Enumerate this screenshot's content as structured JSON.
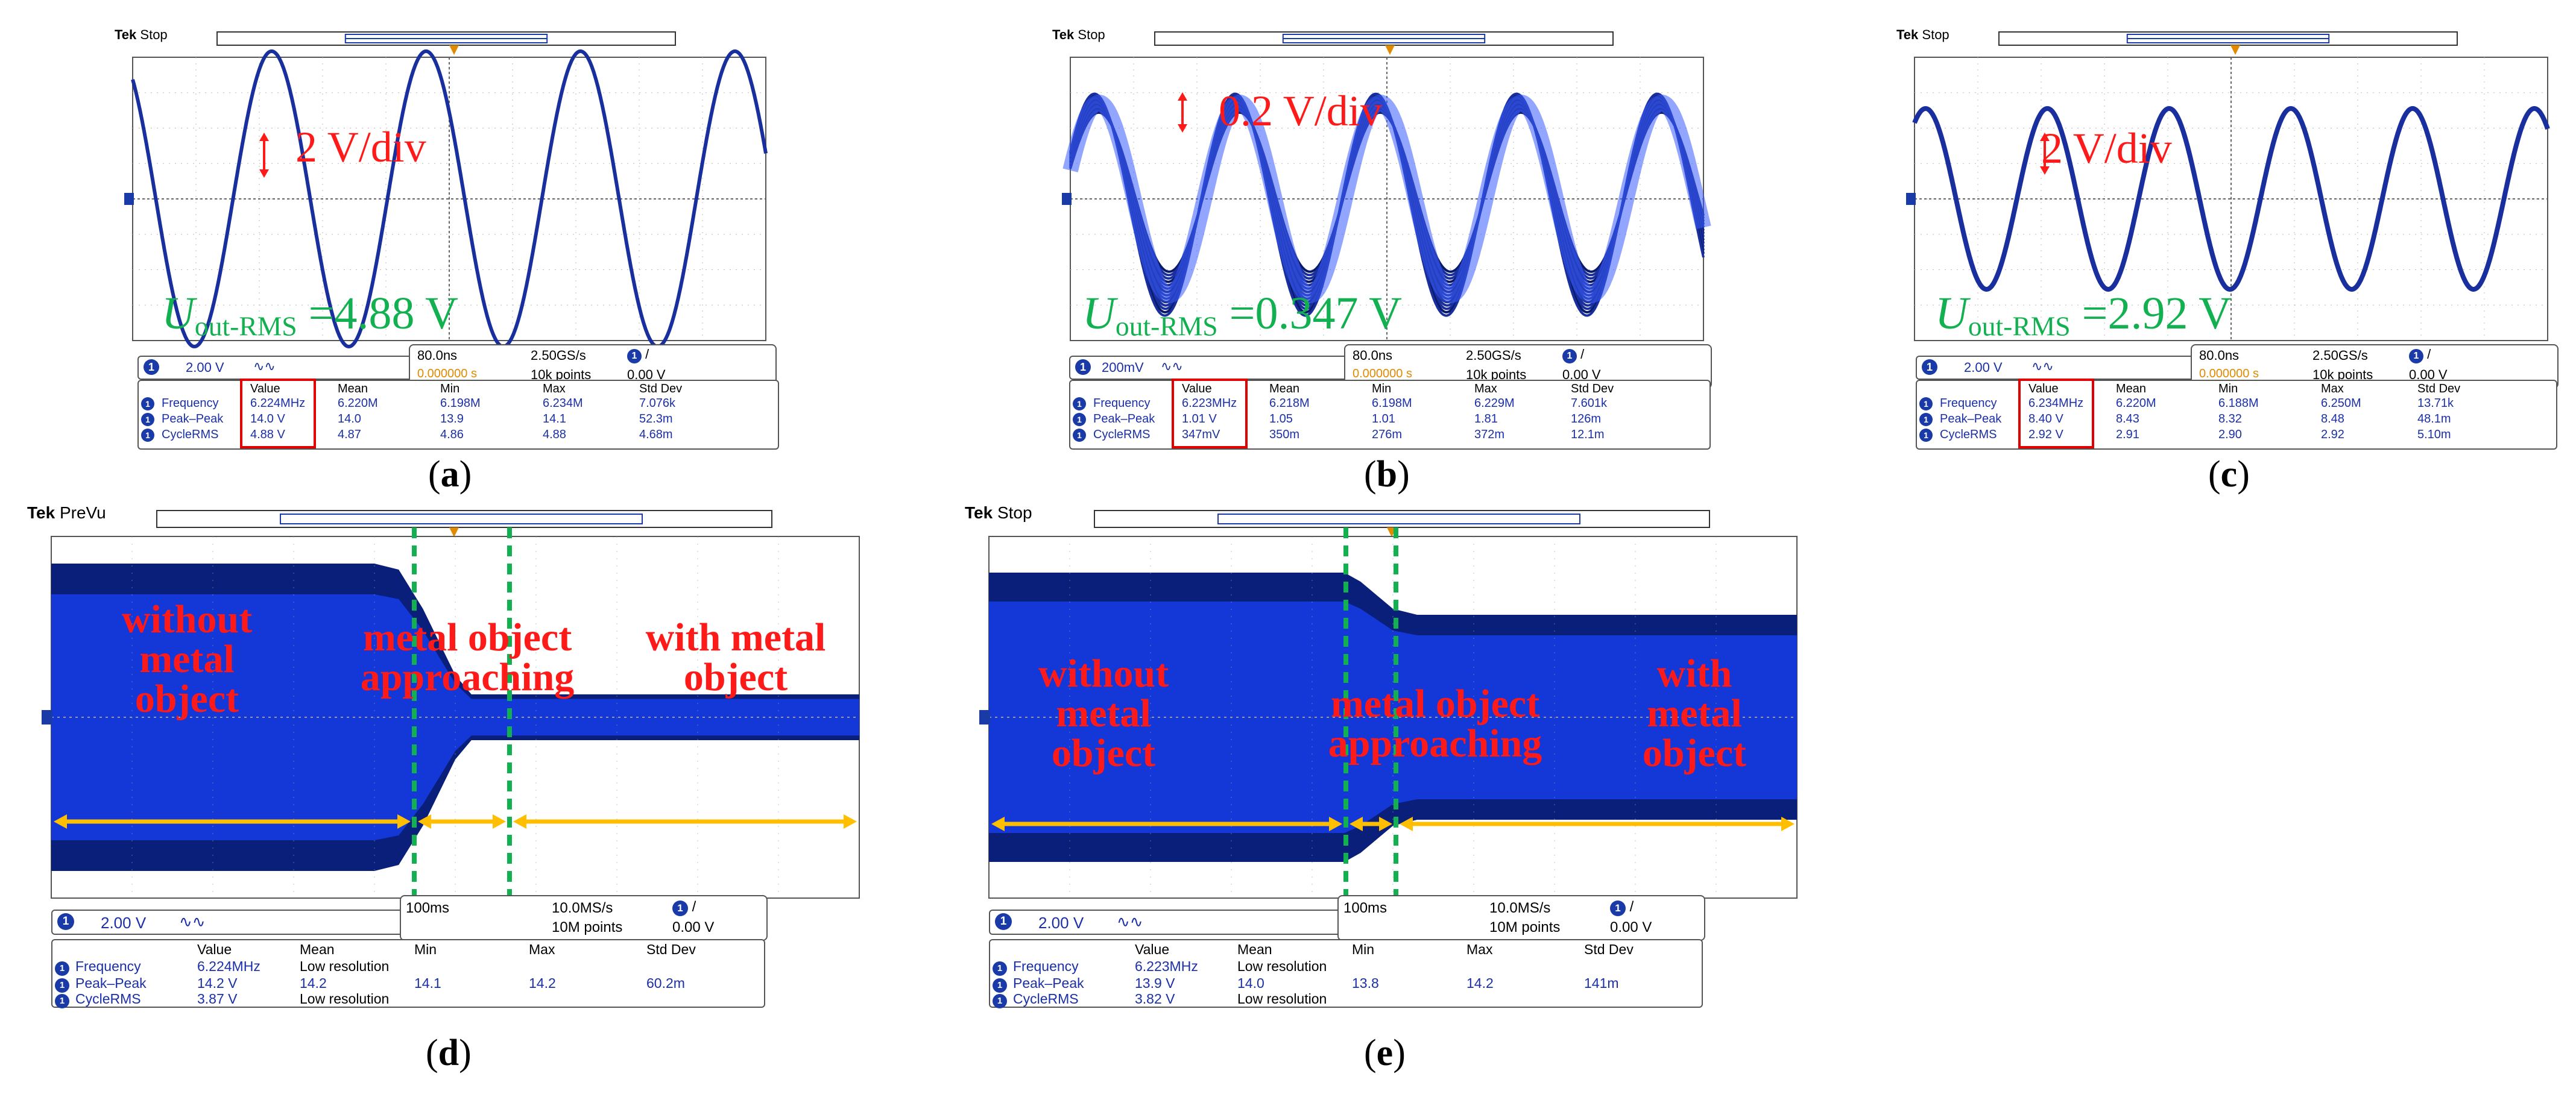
{
  "colors": {
    "trace": "#1a2f9e",
    "trace_dark": "#0a1a6a",
    "annotation_red": "#ff1a1a",
    "annotation_green": "#12b050",
    "arrow": "#ffbf00",
    "dashed": "#12b050"
  },
  "panels": [
    {
      "caption": "a",
      "brand": "Tek",
      "mode": "Stop",
      "scale_annotation": "2 V/div",
      "rms_symbol": "U",
      "rms_subscript": "out-RMS",
      "rms_value": "=4.88 V",
      "channel_scale": "2.00 V",
      "time_div": "80.0ns",
      "sample_rate": "2.50GS/s",
      "trigger_time": "0.000000 s",
      "record": "10k points",
      "trigger_level": "0.00 V",
      "meas_headers": [
        "Value",
        "Mean",
        "Min",
        "Max",
        "Std Dev"
      ],
      "meas_rows": [
        {
          "name": "Frequency",
          "cells": [
            "6.224MHz",
            "6.220M",
            "6.198M",
            "6.234M",
            "7.076k"
          ]
        },
        {
          "name": "Peak–Peak",
          "cells": [
            "14.0 V",
            "14.0",
            "13.9",
            "14.1",
            "52.3m"
          ]
        },
        {
          "name": "CycleRMS",
          "cells": [
            "4.88 V",
            "4.87",
            "4.86",
            "4.88",
            "4.68m"
          ]
        }
      ]
    },
    {
      "caption": "b",
      "brand": "Tek",
      "mode": "Stop",
      "scale_annotation": "0.2 V/div",
      "rms_symbol": "U",
      "rms_subscript": "out-RMS",
      "rms_value": "=0.347 V",
      "channel_scale": "200mV",
      "time_div": "80.0ns",
      "sample_rate": "2.50GS/s",
      "trigger_time": "0.000000 s",
      "record": "10k points",
      "trigger_level": "0.00 V",
      "meas_headers": [
        "Value",
        "Mean",
        "Min",
        "Max",
        "Std Dev"
      ],
      "meas_rows": [
        {
          "name": "Frequency",
          "cells": [
            "6.223MHz",
            "6.218M",
            "6.198M",
            "6.229M",
            "7.601k"
          ]
        },
        {
          "name": "Peak–Peak",
          "cells": [
            "1.01 V",
            "1.05",
            "1.01",
            "1.81",
            "126m"
          ]
        },
        {
          "name": "CycleRMS",
          "cells": [
            "347mV",
            "350m",
            "276m",
            "372m",
            "12.1m"
          ]
        }
      ]
    },
    {
      "caption": "c",
      "brand": "Tek",
      "mode": "Stop",
      "scale_annotation": "2 V/div",
      "rms_symbol": "U",
      "rms_subscript": "out-RMS",
      "rms_value": "=2.92 V",
      "channel_scale": "2.00 V",
      "time_div": "80.0ns",
      "sample_rate": "2.50GS/s",
      "trigger_time": "0.000000 s",
      "record": "10k points",
      "trigger_level": "0.00 V",
      "meas_headers": [
        "Value",
        "Mean",
        "Min",
        "Max",
        "Std Dev"
      ],
      "meas_rows": [
        {
          "name": "Frequency",
          "cells": [
            "6.234MHz",
            "6.220M",
            "6.188M",
            "6.250M",
            "13.71k"
          ]
        },
        {
          "name": "Peak–Peak",
          "cells": [
            "8.40 V",
            "8.43",
            "8.32",
            "8.48",
            "48.1m"
          ]
        },
        {
          "name": "CycleRMS",
          "cells": [
            "2.92 V",
            "2.91",
            "2.90",
            "2.92",
            "5.10m"
          ]
        }
      ]
    },
    {
      "caption": "d",
      "brand": "Tek",
      "mode": "PreVu",
      "phase_labels": [
        "without\nmetal\nobject",
        "metal object\napproaching",
        "with metal\nobject"
      ],
      "channel_scale": "2.00 V",
      "time_div": "100ms",
      "sample_rate": "10.0MS/s",
      "record": "10M points",
      "trigger_level": "0.00 V",
      "meas_headers": [
        "Value",
        "Mean",
        "Min",
        "Max",
        "Std Dev"
      ],
      "meas_rows": [
        {
          "name": "Frequency",
          "cells": [
            "6.224MHz",
            "Low resolution",
            "",
            "",
            ""
          ]
        },
        {
          "name": "Peak–Peak",
          "cells": [
            "14.2 V",
            "14.2",
            "14.1",
            "14.2",
            "60.2m"
          ]
        },
        {
          "name": "CycleRMS",
          "cells": [
            "3.87 V",
            "Low resolution",
            "",
            "",
            ""
          ]
        }
      ]
    },
    {
      "caption": "e",
      "brand": "Tek",
      "mode": "Stop",
      "phase_labels": [
        "without\nmetal\nobject",
        "metal object\napproaching",
        "with\nmetal\nobject"
      ],
      "channel_scale": "2.00 V",
      "time_div": "100ms",
      "sample_rate": "10.0MS/s",
      "record": "10M points",
      "trigger_level": "0.00 V",
      "meas_headers": [
        "Value",
        "Mean",
        "Min",
        "Max",
        "Std Dev"
      ],
      "meas_rows": [
        {
          "name": "Frequency",
          "cells": [
            "6.223MHz",
            "Low resolution",
            "",
            "",
            ""
          ]
        },
        {
          "name": "Peak–Peak",
          "cells": [
            "13.9 V",
            "14.0",
            "13.8",
            "14.2",
            "141m"
          ]
        },
        {
          "name": "CycleRMS",
          "cells": [
            "3.82 V",
            "Low resolution",
            "",
            "",
            ""
          ]
        }
      ]
    }
  ]
}
